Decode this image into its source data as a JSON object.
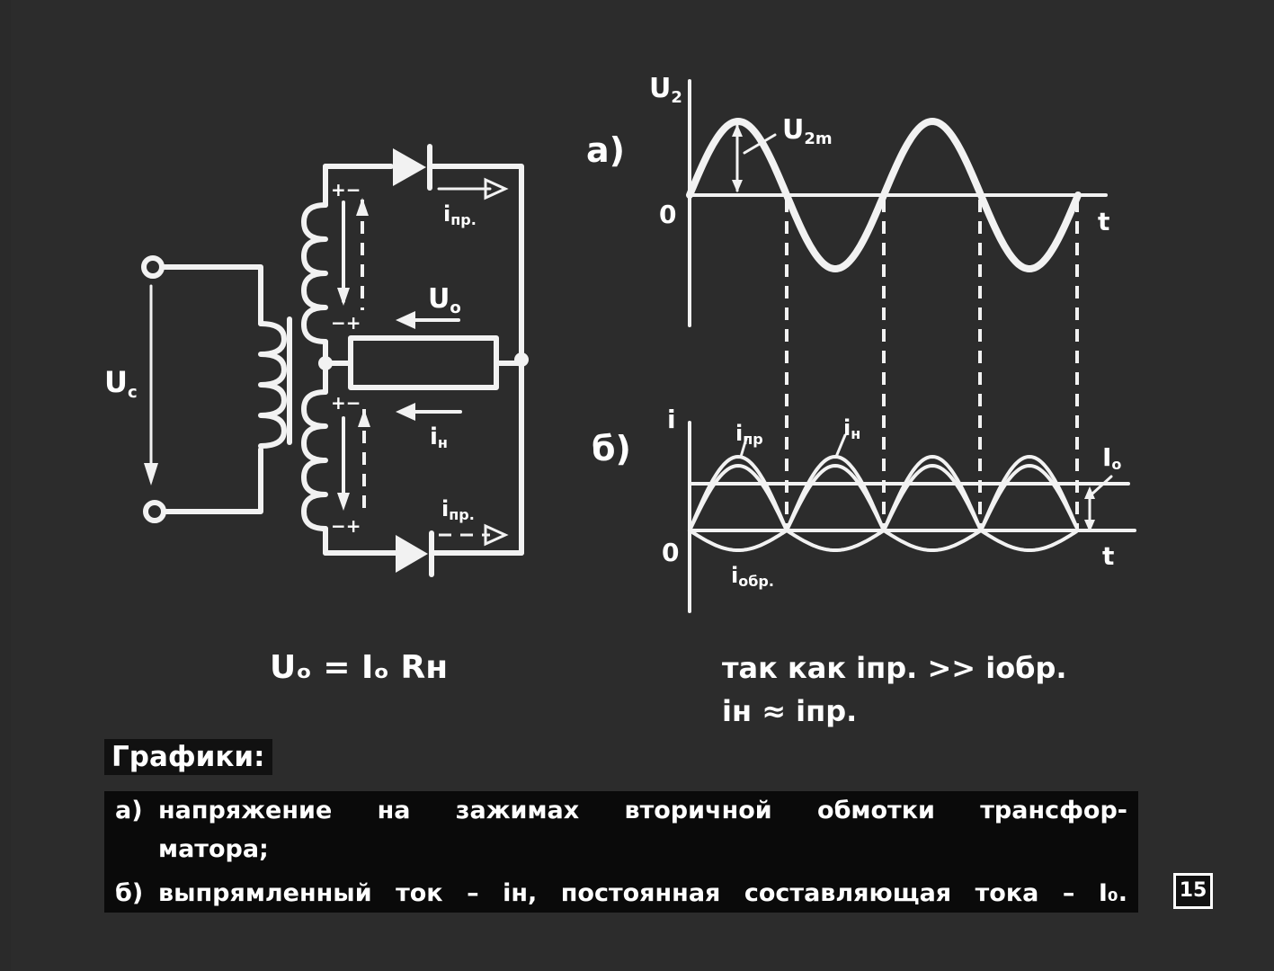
{
  "circuit": {
    "u_source": "U",
    "u_source_sub": "c",
    "u_out": "U",
    "u_out_sub": "o",
    "i_load": "i",
    "i_load_sub": "н",
    "i_fwd": "i",
    "i_fwd_sub": "пр.",
    "polarity_top_a": "+−",
    "polarity_top_b": "−+",
    "polarity_bot_a": "+−",
    "polarity_bot_b": "−+",
    "formula": "Uₒ = Iₒ Rн"
  },
  "graph_a": {
    "label": "а)",
    "y_axis": "U",
    "y_axis_sub": "2",
    "zero": "0",
    "t": "t",
    "amp": "U",
    "amp_sub": "2m"
  },
  "graph_b": {
    "label": "б)",
    "y_axis": "i",
    "zero": "0",
    "t": "t",
    "i_pr": "i",
    "i_pr_sub": "пр",
    "i_n": "i",
    "i_n_sub": "н",
    "i_obr": "i",
    "i_obr_sub": "обр.",
    "i_dc": "I",
    "i_dc_sub": "o"
  },
  "relation": {
    "line1": "так как  iпр. >> iобр.",
    "line2": "iн ≈ iпр."
  },
  "caption": {
    "title": "Графики:",
    "a_mark": "а)",
    "a_text": "напряжение на зажимах вторичной обмотки трансфор-",
    "a_cont": "матора;",
    "b_mark": "б)",
    "b_text": "выпрямленный ток – iн, постоянная составляющая тока – I₀."
  },
  "page_number": "15"
}
